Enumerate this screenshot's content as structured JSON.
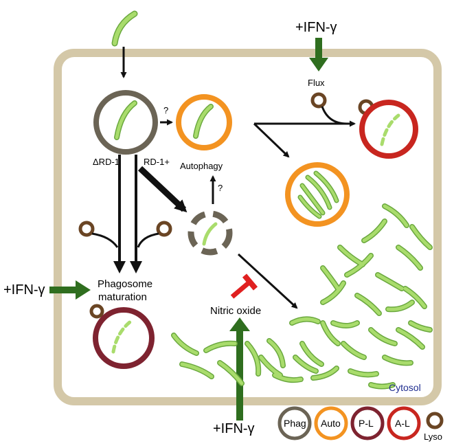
{
  "labels": {
    "ifn_top": "+IFN-γ",
    "ifn_left": "+IFN-γ",
    "ifn_bottom": "+IFN-γ",
    "flux": "Flux",
    "question_1": "?",
    "question_2": "?",
    "delta_rd1": "ΔRD-1",
    "rd1_plus": "RD-1+",
    "autophagy": "Autophagy",
    "phagosome_line1": "Phagosome",
    "phagosome_line2": "maturation",
    "nitric_oxide": "Nitric oxide",
    "cytosol": "Cytosol"
  },
  "legend": [
    {
      "label": "Phag",
      "color": "#6b6455"
    },
    {
      "label": "Auto",
      "color": "#f39321"
    },
    {
      "label": "P-L",
      "color": "#7e2330"
    },
    {
      "label": "A-L",
      "color": "#c8261f"
    }
  ],
  "legend_lyso": {
    "label": "Lyso",
    "color": "#6a4524"
  },
  "colors": {
    "cell_border": "#d4c8a8",
    "bacterium": "#a9dc6c",
    "bacterium_outline": "#6aa83e",
    "ifn_arrow": "#2f6e1f",
    "inhibit": "#e02020",
    "arrow": "#111111"
  }
}
